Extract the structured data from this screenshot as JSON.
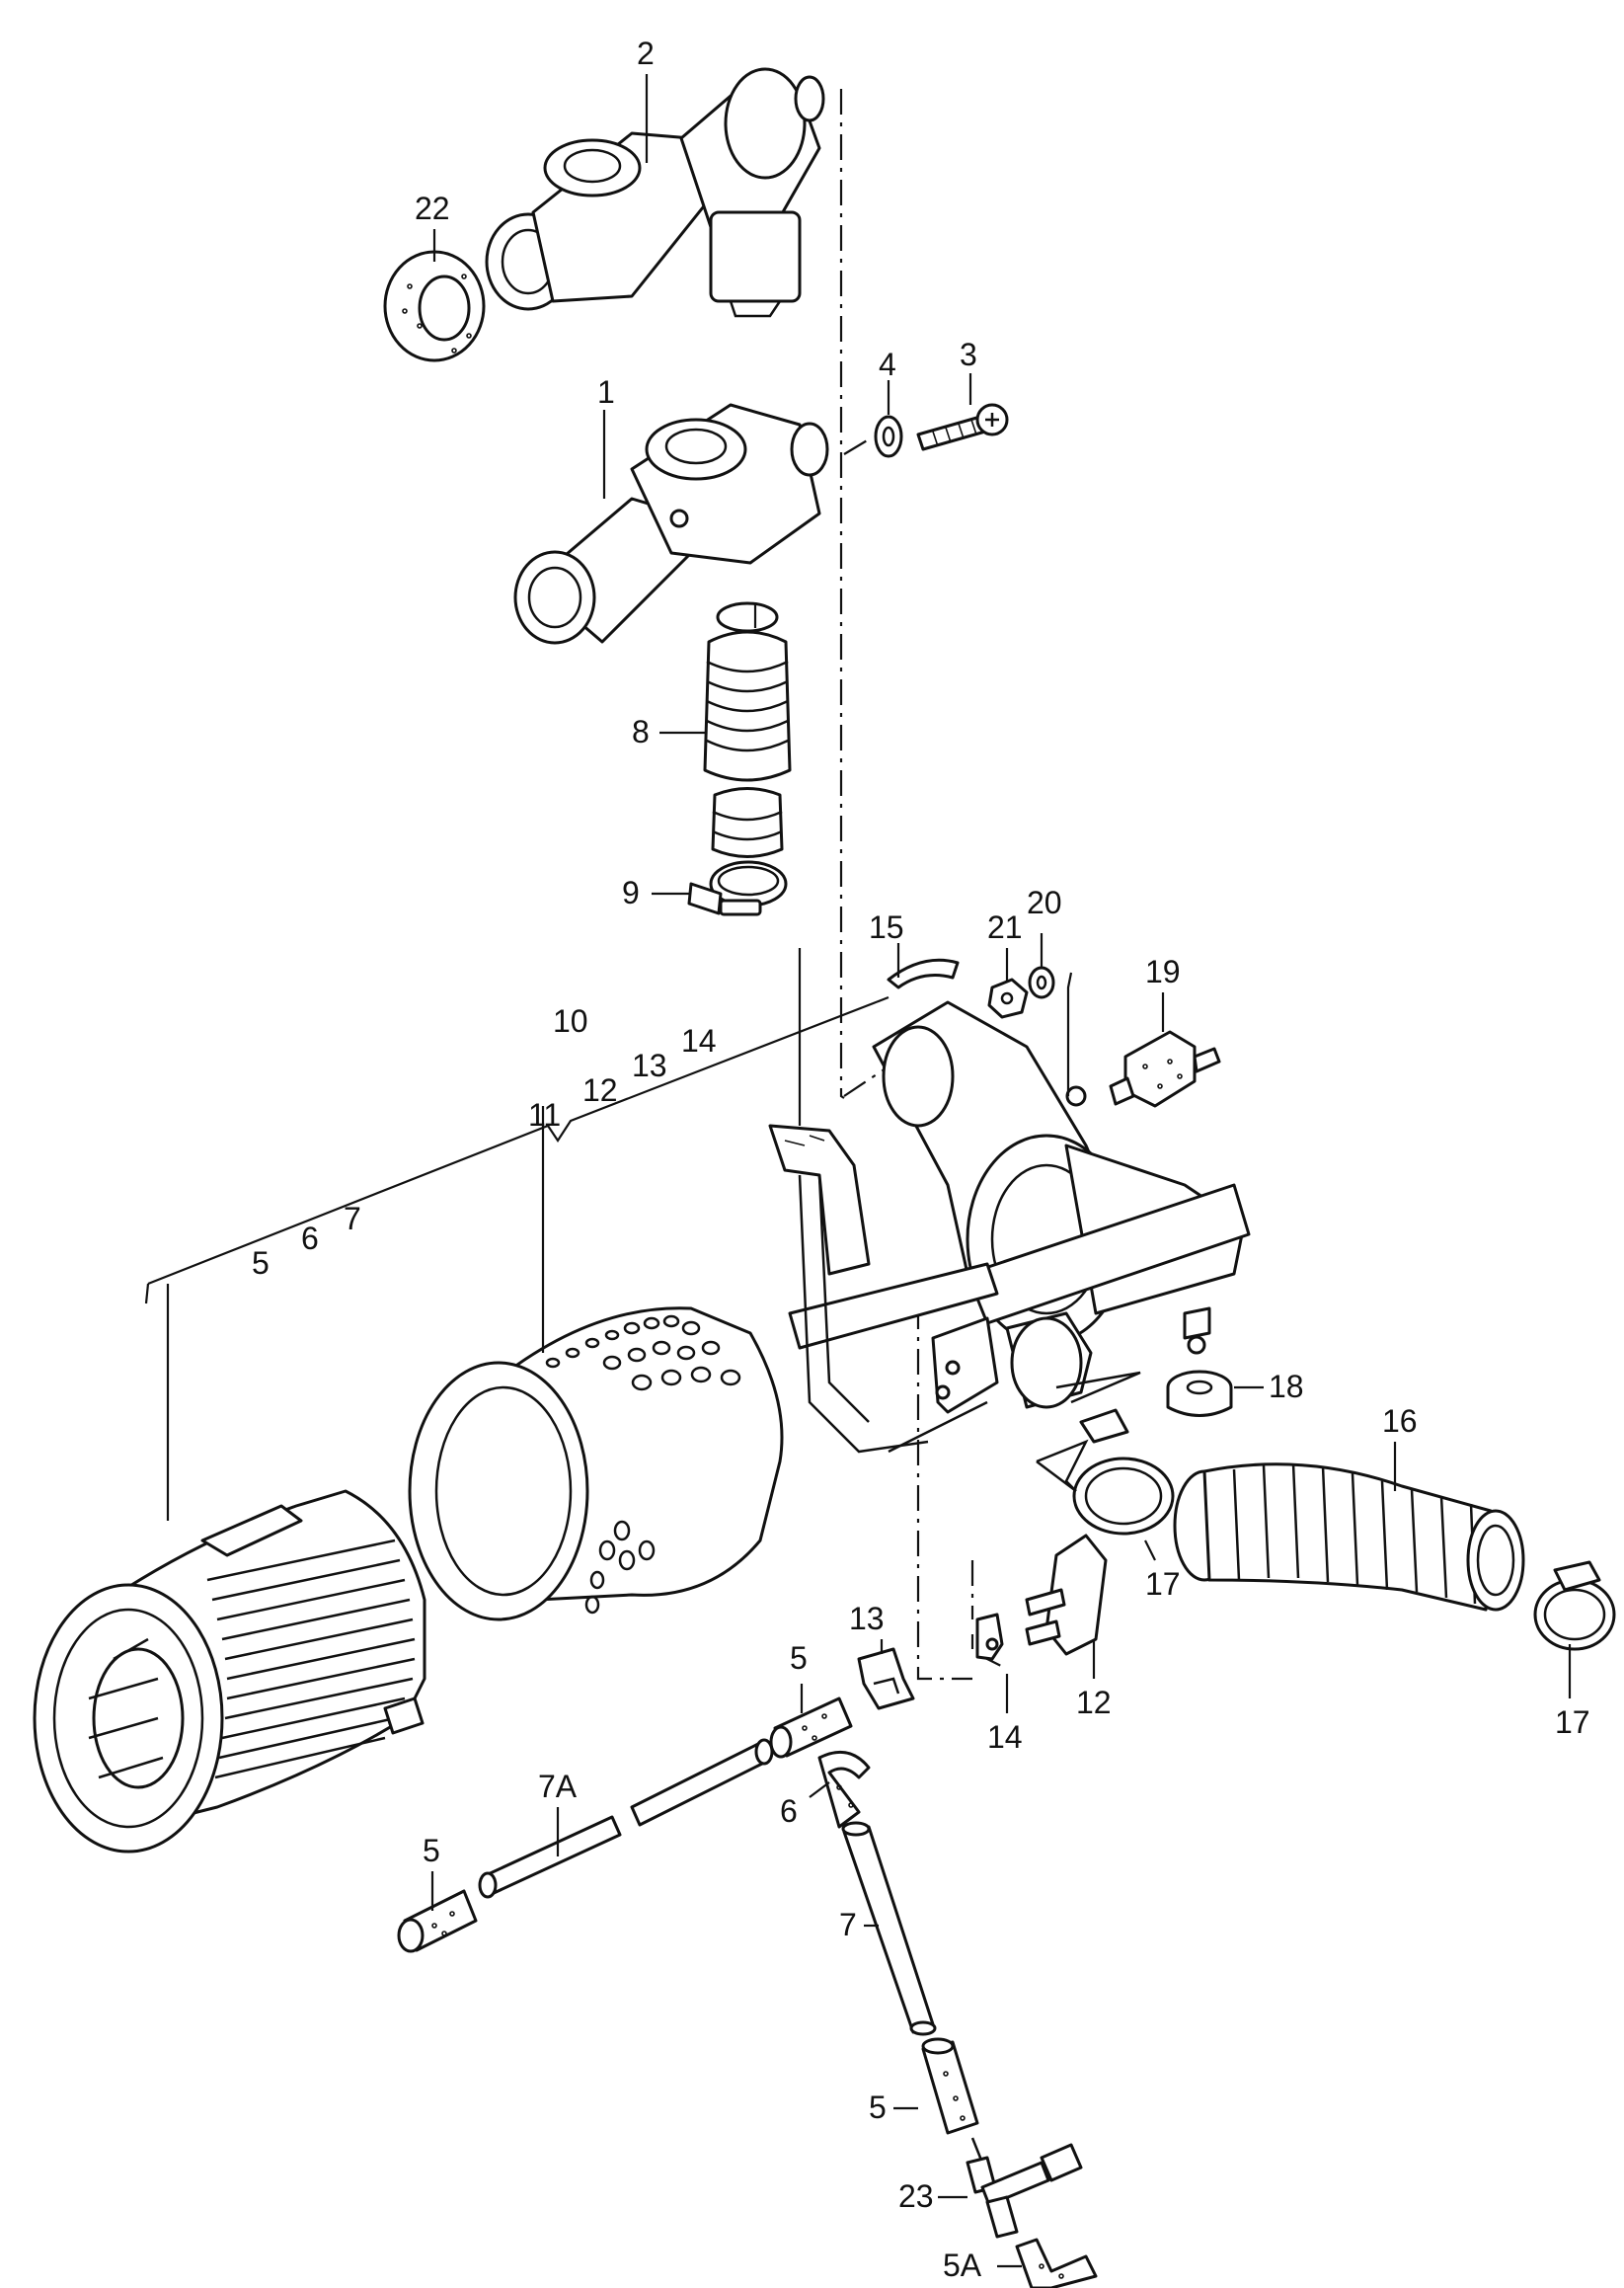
{
  "colors": {
    "ink": "#111111",
    "paper": "#ffffff"
  },
  "callouts": {
    "c1": "1",
    "c2": "2",
    "c3": "3",
    "c4": "4",
    "c8": "8",
    "c9": "9",
    "c10": "10",
    "c11": "11",
    "c12_group": "12",
    "c13_group": "13",
    "c14_group": "14",
    "c5_group": "5",
    "c6_group": "6",
    "c7_group": "7",
    "c12": "12",
    "c13": "13",
    "c14": "14",
    "c15": "15",
    "c16": "16",
    "c17_left": "17",
    "c17_right": "17",
    "c18": "18",
    "c19": "19",
    "c20": "20",
    "c21": "21",
    "c22": "22",
    "c23": "23",
    "c5_a": "5",
    "c5_b": "5",
    "c5_c": "5",
    "c5a": "5A",
    "c6": "6",
    "c7": "7",
    "c7a": "7A"
  }
}
